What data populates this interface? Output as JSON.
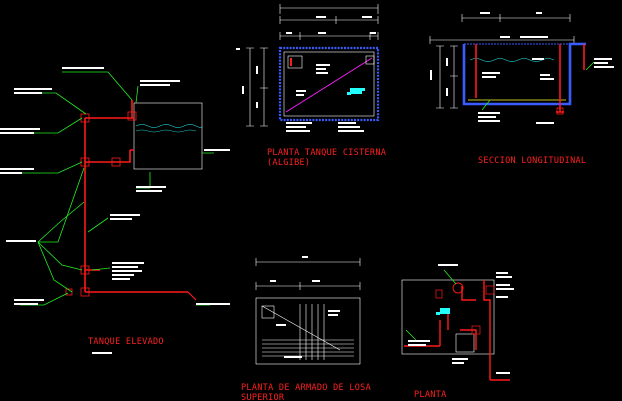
{
  "titles": {
    "tanque_elevado": "TANQUE ELEVADO",
    "planta_cisterna_1": "PLANTA TANQUE CISTERNA",
    "planta_cisterna_2": "(ALGIBE)",
    "seccion_longitudinal": "SECCION LONGITUDINAL",
    "armado_losa_1": "PLANTA DE ARMADO DE LOSA",
    "armado_losa_2": "SUPERIOR",
    "planta": "PLANTA"
  },
  "colors": {
    "background": "#000000",
    "title_red": "#ff2020",
    "pipe_red": "#ff1a1a",
    "wall_blue": "#3a5cff",
    "leader_green": "#22ee22",
    "diagonal_magenta": "#ff22ff",
    "dimension_white": "#ffffff",
    "water_cyan": "#22ffff"
  }
}
